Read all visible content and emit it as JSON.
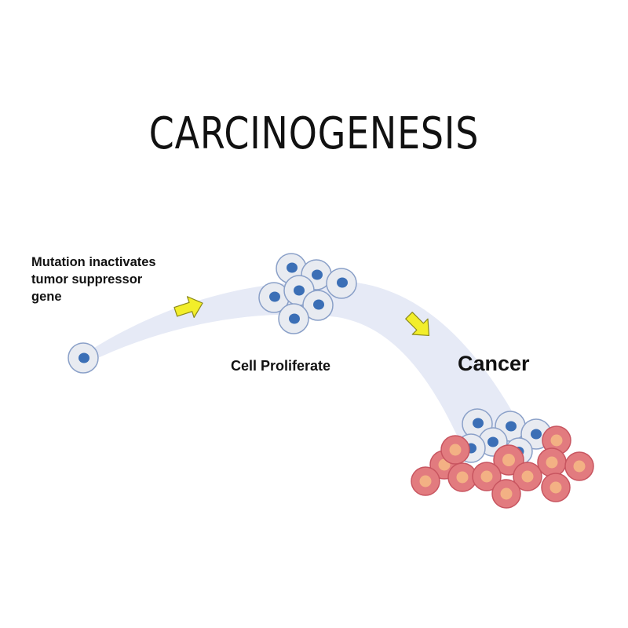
{
  "title": "CARCINOGENESIS",
  "steps": {
    "mutation": {
      "line1": "Mutation inactivates",
      "line2": "tumor suppressor",
      "line3": "gene"
    },
    "proliferation": "Cell Proliferate",
    "cancer": "Cancer"
  },
  "colors": {
    "background": "#ffffff",
    "path_band": "#e6eaf6",
    "normal_cell_fill": "#e8ebf1",
    "normal_cell_stroke": "#8aa0c8",
    "normal_nucleus": "#3b6fb6",
    "cancer_cell_fill": "#e27b7f",
    "cancer_cell_stroke": "#c85560",
    "cancer_nucleus": "#f3b184",
    "arrow_fill": "#f2ee2a",
    "arrow_stroke": "#8c8a1a",
    "text": "#111111"
  }
}
